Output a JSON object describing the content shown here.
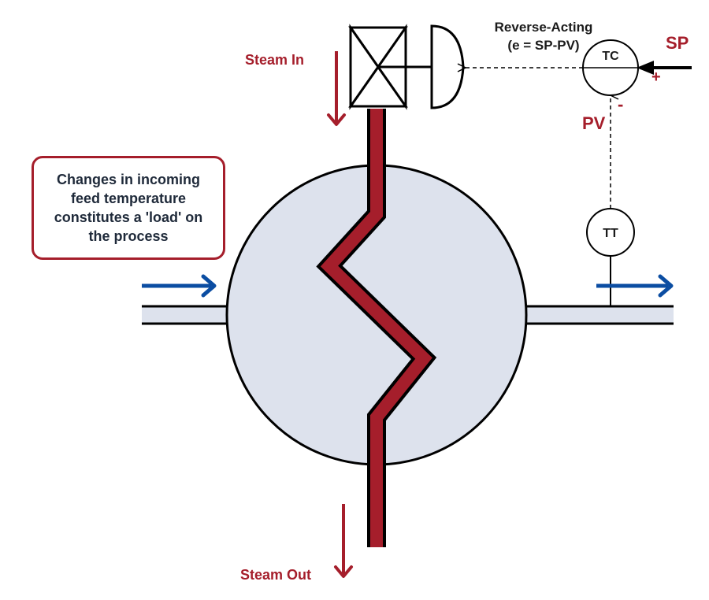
{
  "labels": {
    "steam_in": "Steam In",
    "steam_out": "Steam Out",
    "sp": "SP",
    "pv": "PV",
    "plus": "+",
    "minus": "-",
    "tc": "TC",
    "tt": "TT",
    "mode_title": "Reverse-Acting",
    "mode_equation": "(e = SP-PV)",
    "note": "Changes in incoming feed temperature constitutes a 'load' on the process"
  },
  "colors": {
    "steam": "#A51E2B",
    "flow_arrow": "#0B4DA2",
    "vessel_fill": "#DDE2ED",
    "outline": "#000000"
  }
}
